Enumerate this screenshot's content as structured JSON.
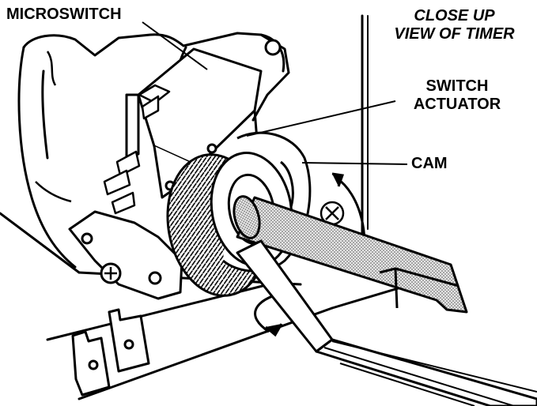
{
  "labels": {
    "microswitch": "MICROSWITCH",
    "close_up_line1": "CLOSE UP",
    "close_up_line2": "VIEW OF TIMER",
    "switch_actuator_line1": "SWITCH",
    "switch_actuator_line2": "ACTUATOR",
    "cam": "CAM"
  },
  "colors": {
    "ink": "#000000",
    "paper": "#ffffff",
    "stipple": "#b8b8b8"
  }
}
